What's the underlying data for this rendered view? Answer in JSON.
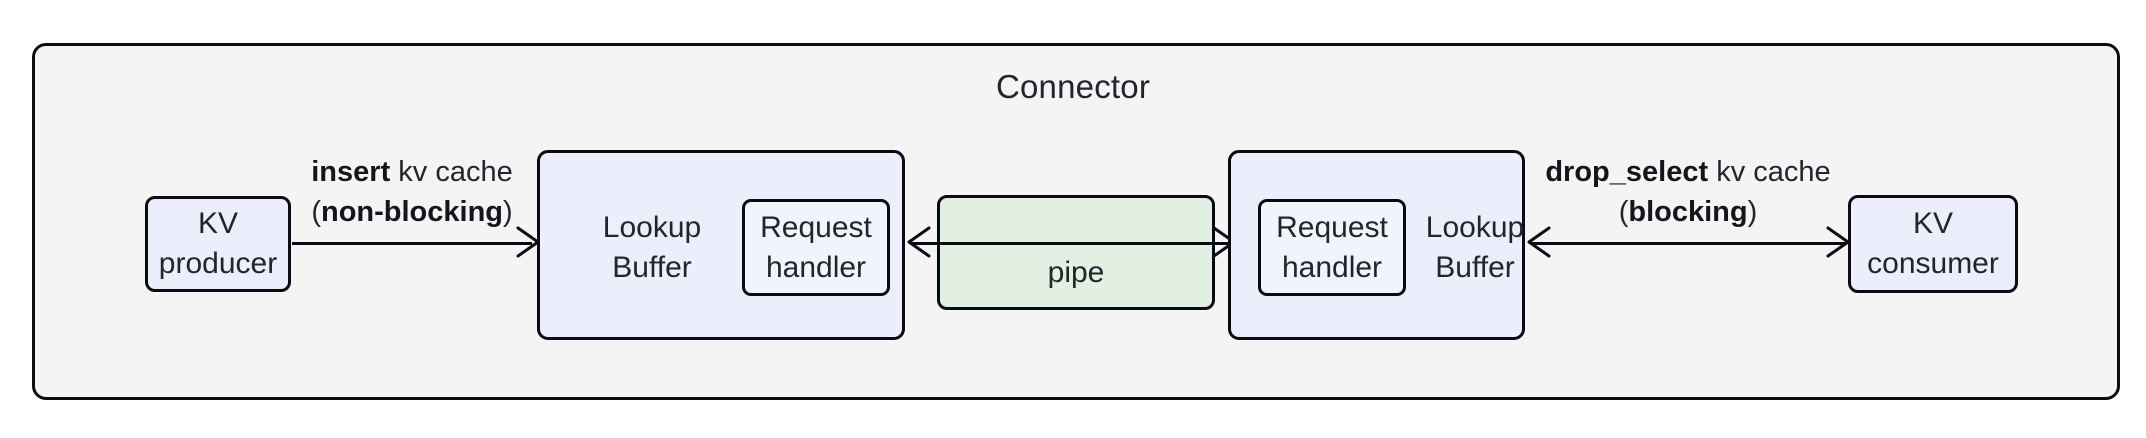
{
  "diagram": {
    "title": "Connector",
    "nodes": {
      "kv_producer": {
        "line1": "KV",
        "line2": "producer"
      },
      "kv_consumer": {
        "line1": "KV",
        "line2": "consumer"
      },
      "lookup_buffer_left": {
        "line1": "Lookup",
        "line2": "Buffer"
      },
      "request_handler_left": {
        "line1": "Request",
        "line2": "handler"
      },
      "lookup_buffer_right": {
        "line1": "Lookup",
        "line2": "Buffer"
      },
      "request_handler_right": {
        "line1": "Request",
        "line2": "handler"
      },
      "pipe": {
        "label": "pipe"
      }
    },
    "edges": {
      "insert": {
        "strong1": "insert",
        "rest1": " kv cache",
        "open": "(",
        "strong2": "non-blocking",
        "close": ")",
        "direction": "right"
      },
      "drop_select": {
        "strong1": "drop_select",
        "rest1": " kv cache",
        "open": "(",
        "strong2": "blocking",
        "close": ")",
        "direction": "both"
      },
      "pipe_edge": {
        "direction": "both"
      }
    },
    "colors": {
      "container_fill": "#f4f4f4",
      "container_stroke": "#0b0b14",
      "node_blue_fill": "#eceefb",
      "node_inner_fill": "#f2f4fd",
      "pipe_green_fill": "#e2efe3",
      "text": "#22252b"
    }
  }
}
